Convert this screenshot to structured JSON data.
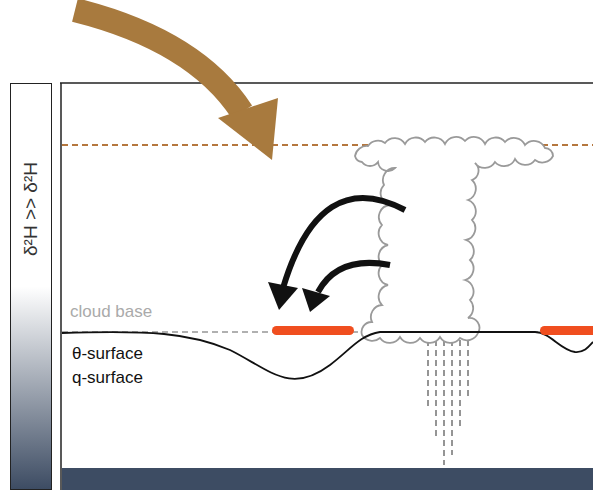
{
  "diagram": {
    "nodes": [
      {
        "text": [
          "δ²H >> δ²H"
        ]
      }
    ],
    "labels": [
      "cloud base",
      "θ-surface",
      "q-surface"
    ]
  }
}
